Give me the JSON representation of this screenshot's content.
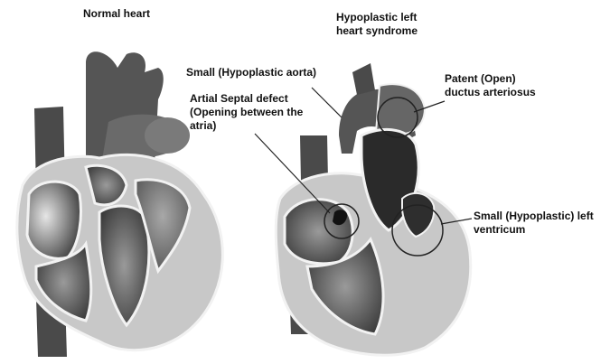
{
  "titles": {
    "normal": "Normal heart",
    "hlhs_line1": "Hypoplastic left",
    "hlhs_line2": "heart syndrome"
  },
  "annotations": {
    "aorta": "Small (Hypoplastic aorta)",
    "pda_line1": "Patent (Open)",
    "pda_line2": "ductus arteriosus",
    "asd_line1": "Artial Septal defect",
    "asd_line2": "(Opening between the",
    "asd_line3": "atria)",
    "lv_line1": "Small (Hypoplastic) left",
    "lv_line2": "ventricum"
  },
  "colors": {
    "vessel_dark": "#4a4a4a",
    "muscle_light": "#c8c8c8",
    "outline": "#f2f2f2",
    "chamber_dark": "#3a3a3a",
    "text": "#111111"
  }
}
